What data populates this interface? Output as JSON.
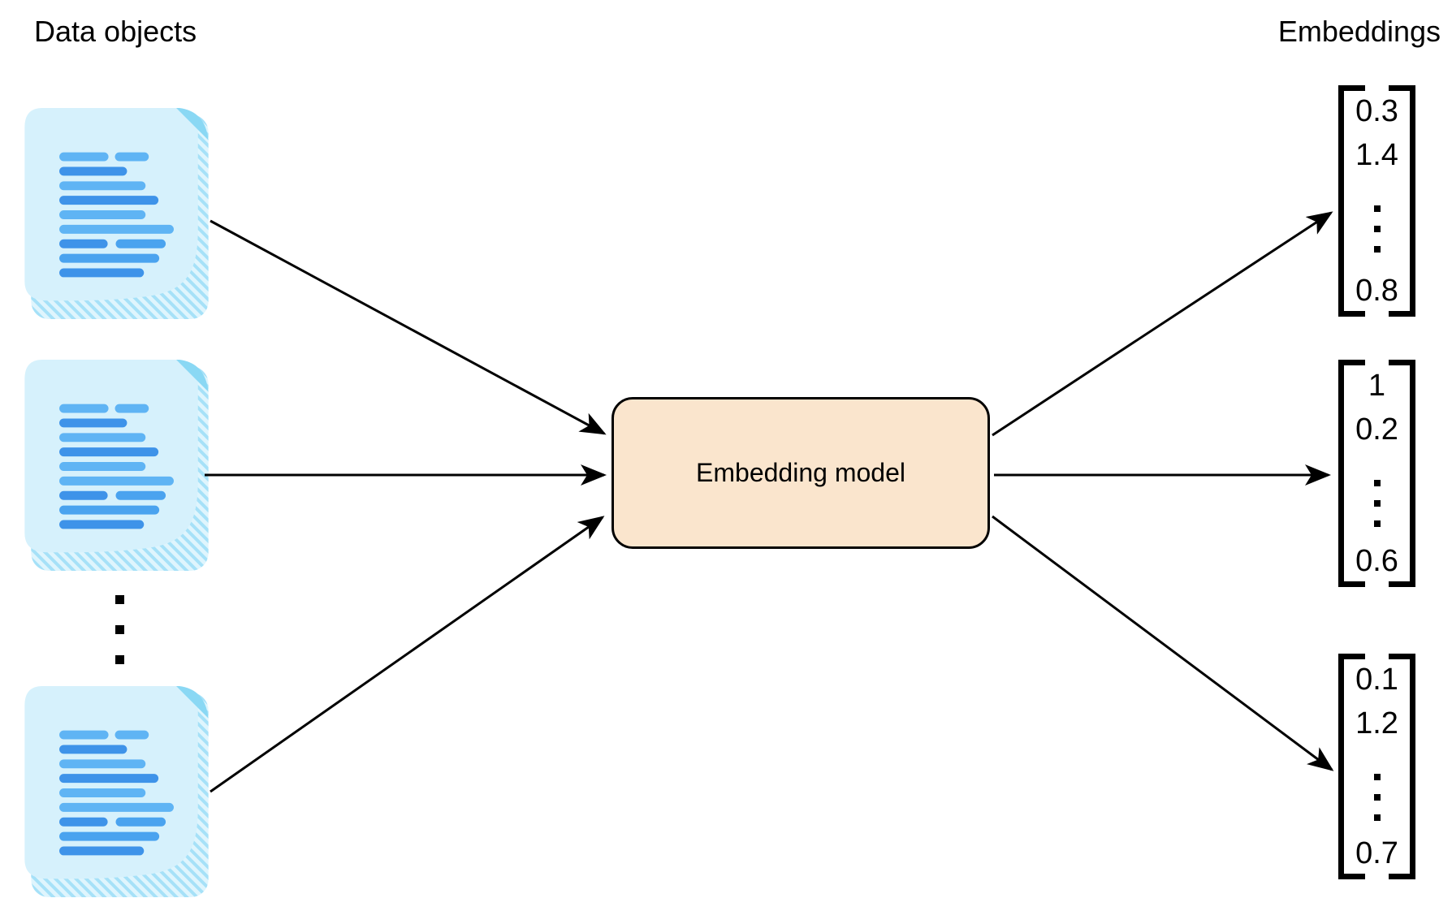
{
  "title_left": "Data objects",
  "title_right": "Embeddings",
  "model": {
    "label": "Embedding model"
  },
  "vectors": [
    {
      "values": [
        "0.3",
        "1.4",
        "0.8"
      ]
    },
    {
      "values": [
        "1",
        "0.2",
        "0.6"
      ]
    },
    {
      "values": [
        "0.1",
        "1.2",
        "0.7"
      ]
    }
  ],
  "ellipsis": {
    "document_dots": 3,
    "vector_dots": 3
  },
  "colors": {
    "model_fill": "#FAE5CD",
    "model_border": "#000000",
    "arrow": "#000000",
    "doc_body": "#D6F1FC",
    "doc_fold": "#8AD8F4",
    "doc_hatch_stripe": "#A6E1F8",
    "doc_hatch_bg": "#DFF5FD",
    "doc_line_light": "#5FB4F4",
    "doc_line_mid": "#4AA3EF",
    "doc_line_dark": "#3E93E9",
    "text": "#000000"
  }
}
